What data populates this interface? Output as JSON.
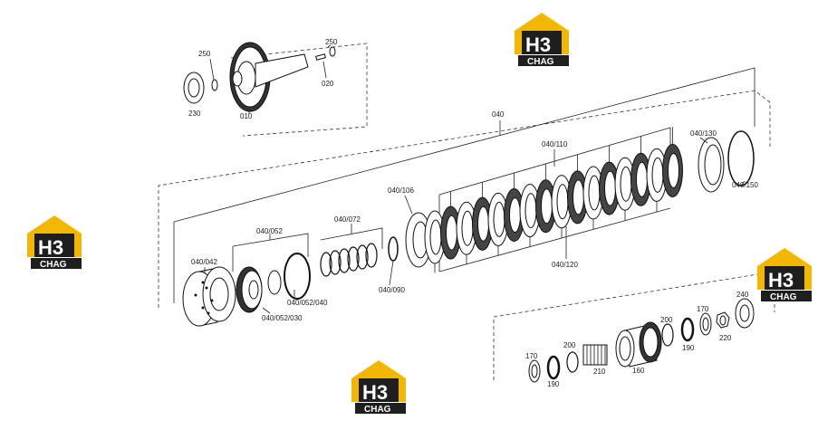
{
  "logo": {
    "mark": "H3",
    "text": "CHAG",
    "colors": {
      "gold": "#f2b705",
      "dark": "#1e1e1e",
      "white": "#ffffff"
    }
  },
  "labels": {
    "l250a": "250",
    "l250b": "250",
    "l020": "020",
    "l230": "230",
    "l010": "010",
    "l040": "040",
    "l040_110": "040/110",
    "l040_130": "040/130",
    "l040_150": "040/150",
    "l040_106": "040/106",
    "l040_072": "040/072",
    "l040_052": "040/052",
    "l040_042": "040/042",
    "l040_052_040": "040/052/040",
    "l040_052_030": "040/052/030",
    "l040_090": "040/090",
    "l040_120": "040/120",
    "l240": "240",
    "l170a": "170",
    "l200a": "200",
    "l190a": "190",
    "l220": "220",
    "l160": "160",
    "l210": "210",
    "l200b": "200",
    "l170b": "170",
    "l190b": "190"
  }
}
